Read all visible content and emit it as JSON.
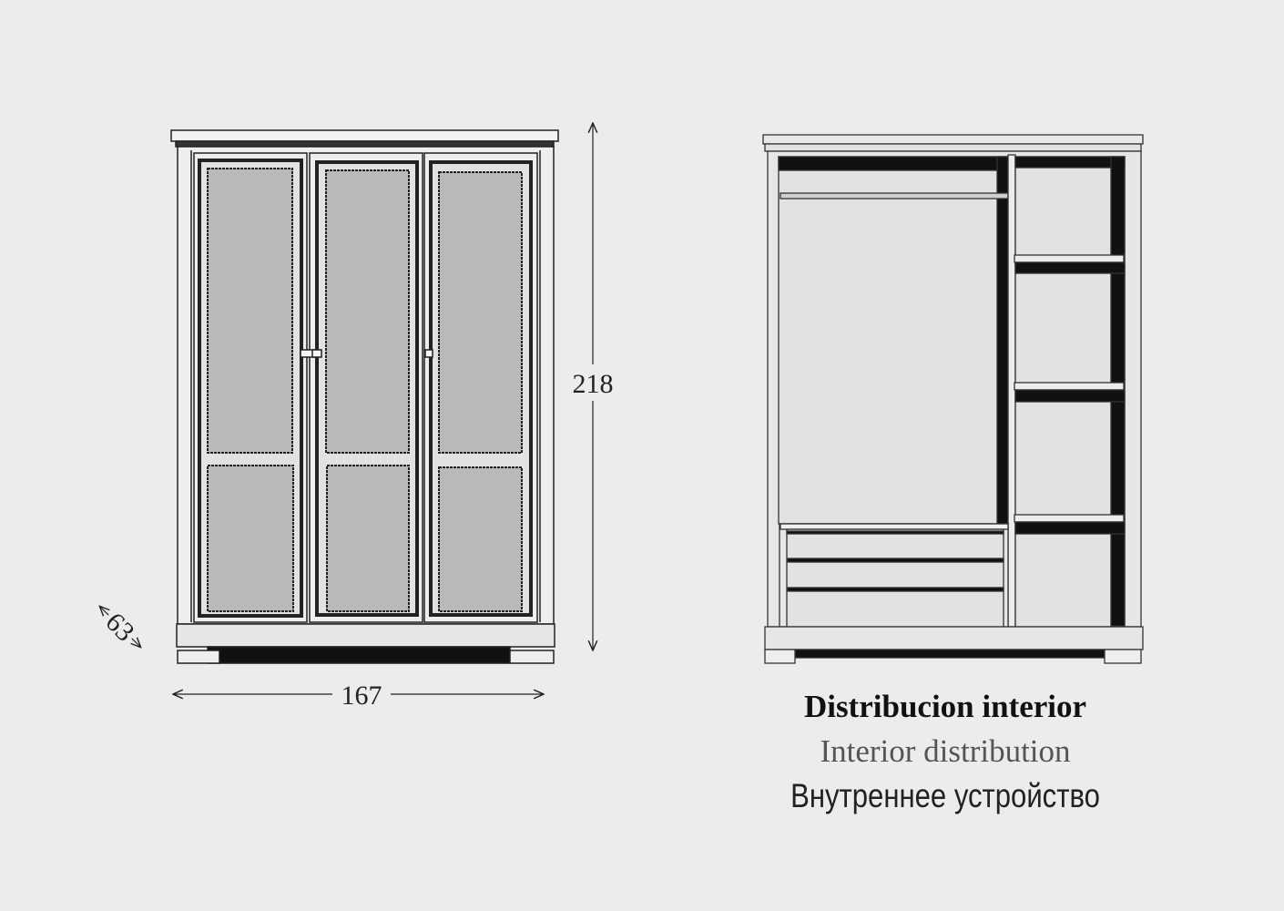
{
  "dimensions": {
    "height": "218",
    "width": "167",
    "depth": "63"
  },
  "caption": {
    "spanish": "Distribucion interior",
    "english": "Interior distribution",
    "russian": "Внутреннее устройство"
  },
  "colors": {
    "background": "#ececec",
    "panel": "#b9b9b9",
    "line": "#1a1a1a"
  }
}
